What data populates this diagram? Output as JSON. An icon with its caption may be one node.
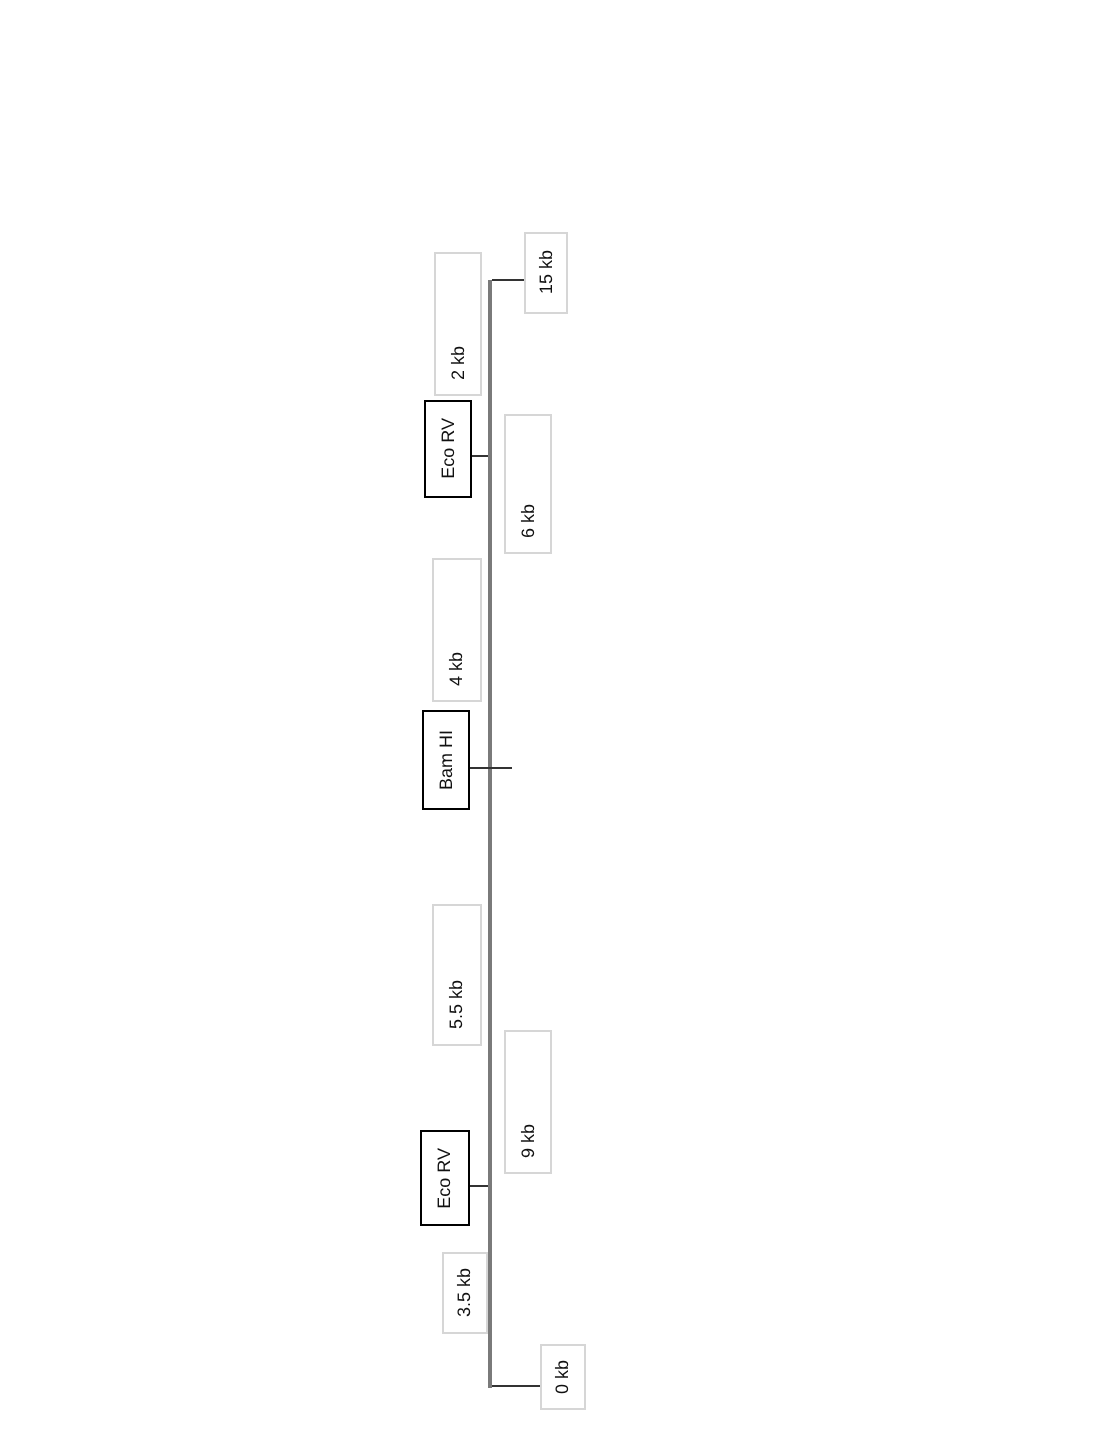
{
  "diagram": {
    "nodes": [
      {
        "text": [
          "15 kb"
        ]
      },
      {
        "text": [
          "2 kb"
        ]
      },
      {
        "text": [
          "Eco RV"
        ]
      },
      {
        "text": [
          "6 kb"
        ]
      },
      {
        "text": [
          "4 kb"
        ]
      },
      {
        "text": [
          "Bam HI"
        ]
      },
      {
        "text": [
          "5.5 kb"
        ]
      },
      {
        "text": [
          "9 kb"
        ]
      },
      {
        "text": [
          "Eco RV"
        ]
      },
      {
        "text": [
          "3.5 kb"
        ]
      },
      {
        "text": [
          "0 kb"
        ]
      },
      {
        "text": [],
        "shape": "line"
      }
    ],
    "edges": [
      {
        "from": 0,
        "to": 11,
        "arrow": "none"
      },
      {
        "from": 2,
        "to": 11,
        "arrow": "none"
      },
      {
        "from": 5,
        "to": 11,
        "arrow": "none"
      },
      {
        "from": 8,
        "to": 11,
        "arrow": "none"
      },
      {
        "from": 10,
        "to": 11,
        "arrow": "none"
      }
    ]
  }
}
